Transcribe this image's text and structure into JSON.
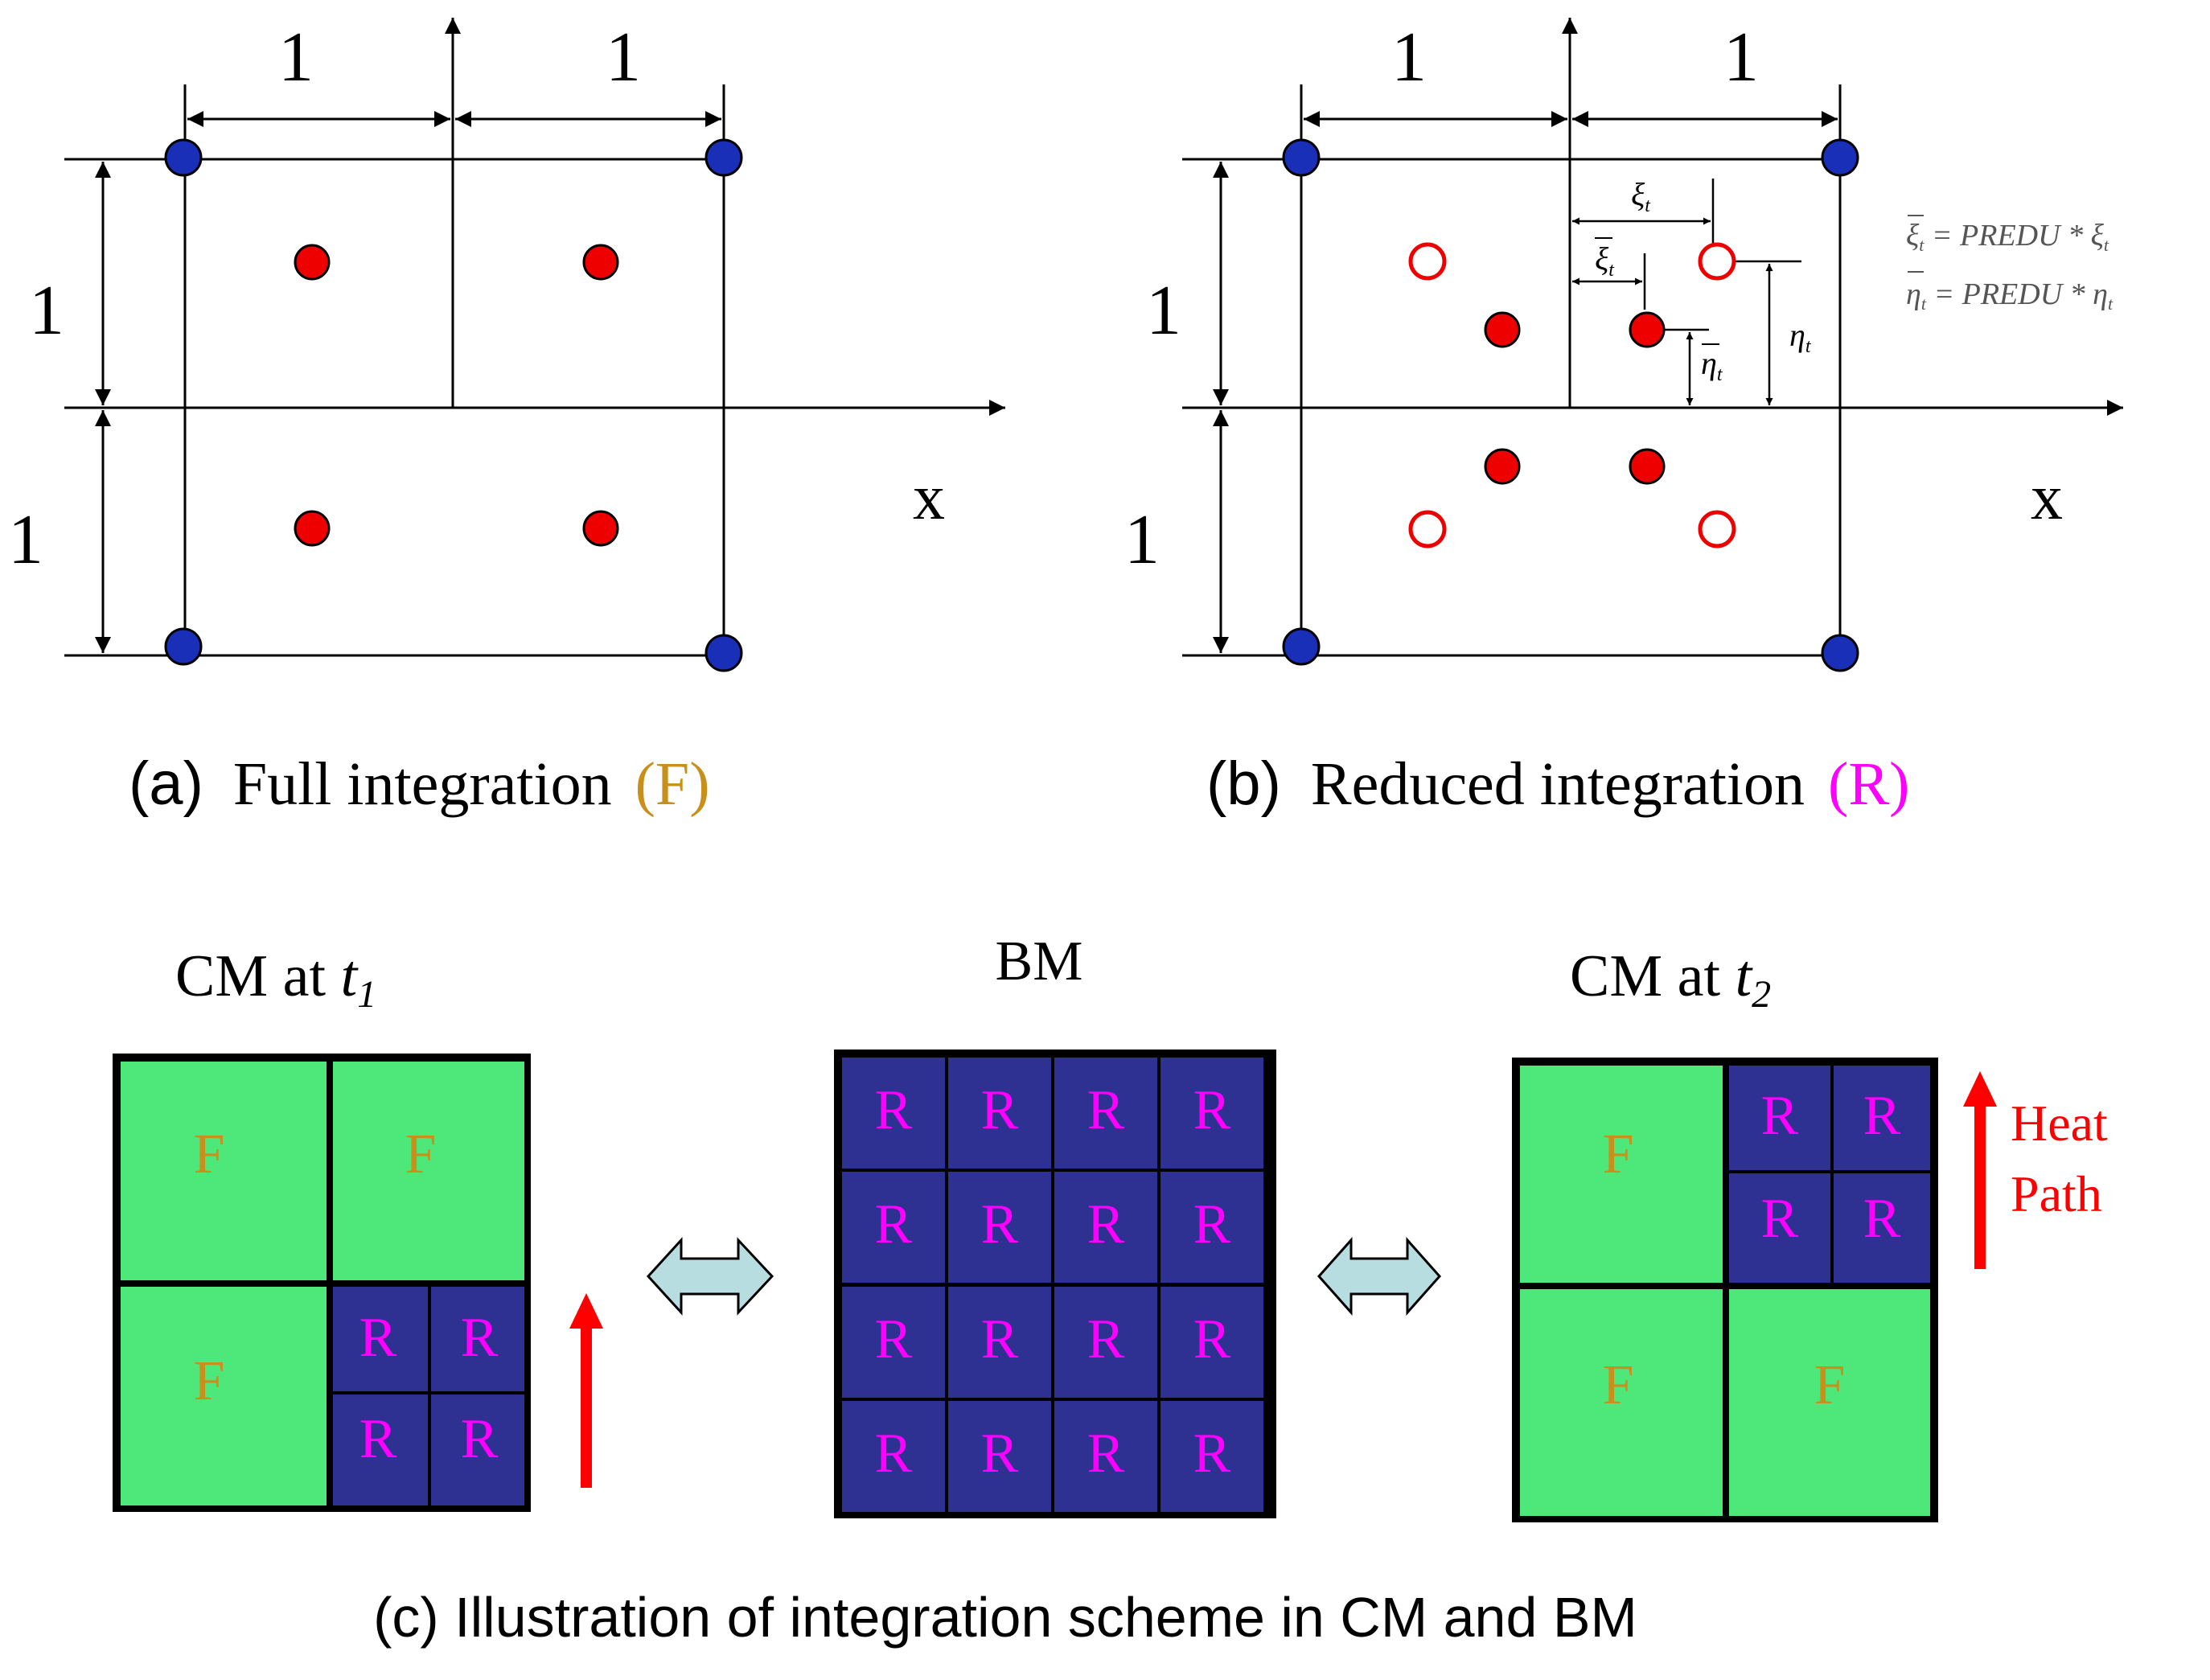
{
  "panel_a": {
    "dim_top_left": "1",
    "dim_top_right": "1",
    "dim_side_top": "1",
    "dim_side_bottom": "1",
    "axis_x": "x",
    "caption_prefix": "(a)",
    "caption_text": "Full integration",
    "caption_tag": "(F)"
  },
  "panel_b": {
    "dim_top_left": "1",
    "dim_top_right": "1",
    "dim_side_top": "1",
    "dim_side_bottom": "1",
    "axis_x": "x",
    "caption_prefix": "(b)",
    "caption_text": "Reduced integration",
    "caption_tag": "(R)",
    "label_xi": "ξ",
    "label_xi_bar": "ξ",
    "label_eta": "η",
    "label_eta_bar": "η",
    "subscript": "t",
    "formula_1": {
      "lhs": "ξ",
      "sub": "t",
      "mid": " = PREDU * ",
      "rhs": "ξ"
    },
    "formula_2": {
      "lhs": "η",
      "sub": "t",
      "mid": " = PREDU * ",
      "rhs": "η"
    }
  },
  "panel_c": {
    "cm1_title": "CM at ",
    "cm1_var": "t",
    "cm1_sub": "1",
    "bm_title": "BM",
    "cm2_title": "CM at ",
    "cm2_var": "t",
    "cm2_sub": "2",
    "full_label": "F",
    "reduced_label": "R",
    "heat_label_1": "Heat",
    "heat_label_2": "Path",
    "caption": "(c) Illustration of integration scheme in CM and BM"
  },
  "colors": {
    "node_blue": "#1a2fb8",
    "gauss_red": "#ee0000",
    "full_green": "#4ee87a",
    "reduced_navy": "#2e3192",
    "label_magenta": "#ff00ff",
    "label_gold": "#c8901a",
    "arrow_red": "#ff0000",
    "double_arrow_fill": "#b8dde0"
  }
}
